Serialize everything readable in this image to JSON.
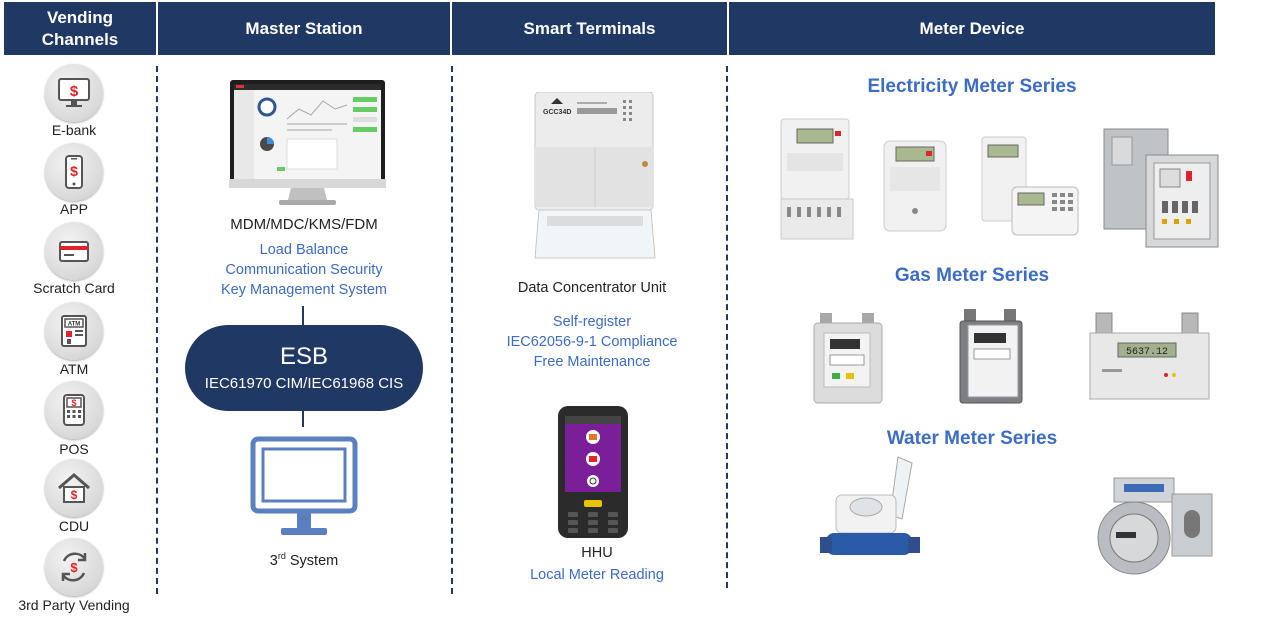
{
  "headers": {
    "vending": "Vending Channels",
    "master": "Master Station",
    "terminals": "Smart Terminals",
    "meter": "Meter Device"
  },
  "vending_channels": [
    {
      "label": "E-bank",
      "icon": "monitor-dollar-icon"
    },
    {
      "label": "APP",
      "icon": "phone-dollar-icon"
    },
    {
      "label": "Scratch Card",
      "icon": "card-icon"
    },
    {
      "label": "ATM",
      "icon": "atm-icon"
    },
    {
      "label": "POS",
      "icon": "pos-icon"
    },
    {
      "label": "CDU",
      "icon": "house-dollar-icon"
    },
    {
      "label": "3rd Party Vending",
      "icon": "refresh-dollar-icon"
    }
  ],
  "master_station": {
    "system_name": "MDM/MDC/KMS/FDM",
    "features": [
      "Load Balance",
      "Communication Security",
      "Key Management System"
    ],
    "esb_title": "ESB",
    "esb_subtitle": "IEC61970 CIM/IEC61968 CIS",
    "third_system_prefix": "3",
    "third_system_sup": "rd",
    "third_system_suffix": " System"
  },
  "smart_terminals": {
    "dcu_label": "Data Concentrator Unit",
    "dcu_model": "GCC34D",
    "dcu_features": [
      "Self-register",
      "IEC62056-9-1 Compliance",
      "Free Maintenance"
    ],
    "hhu_label": "HHU",
    "hhu_feature": "Local Meter Reading"
  },
  "meter_device": {
    "electricity_title": "Electricity Meter Series",
    "gas_title": "Gas Meter Series",
    "water_title": "Water Meter Series",
    "gas_display": "5637.12"
  },
  "colors": {
    "header_bg": "#1f3864",
    "accent_text": "#3c6cc4",
    "dollar_red": "#e0242b"
  }
}
